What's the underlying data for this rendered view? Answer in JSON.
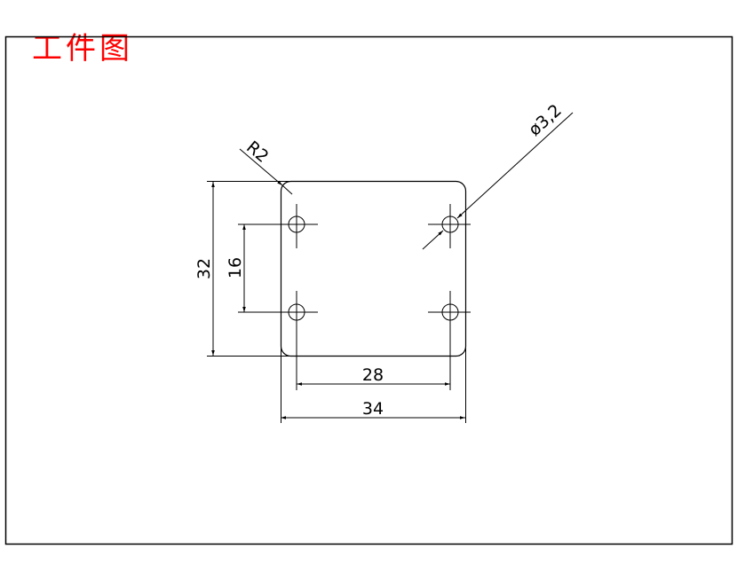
{
  "title": "工件图",
  "colors": {
    "title": "#ff0000",
    "lines": "#000000",
    "background": "#ffffff"
  },
  "dimensions": {
    "height_outer": "32",
    "height_holes": "16",
    "width_holes": "28",
    "width_outer": "34",
    "corner_radius": "R2",
    "hole_diameter": "ø3,2"
  },
  "part": {
    "shape": "rounded-rectangle-plate",
    "holes": 4
  }
}
